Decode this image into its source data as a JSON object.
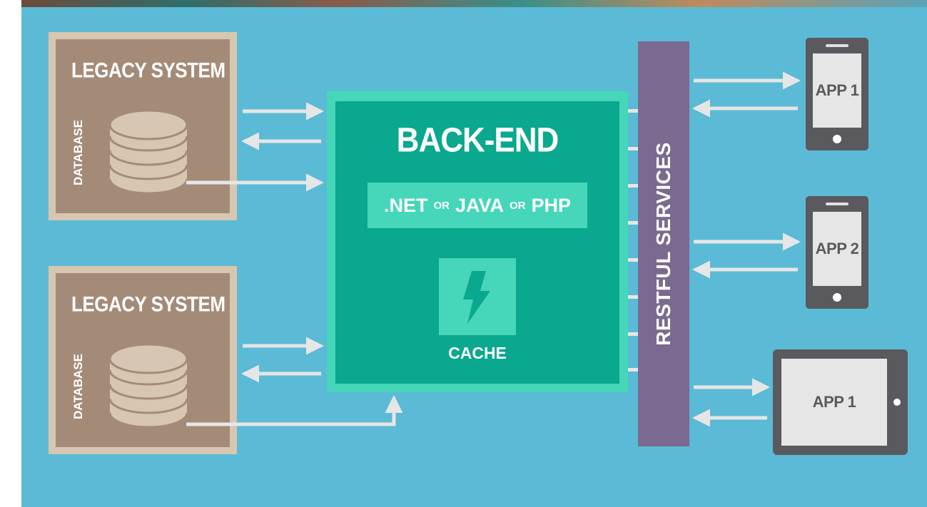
{
  "legacy_systems": [
    {
      "title": "LEGACY SYSTEM",
      "database_label": "DATABASE"
    },
    {
      "title": "LEGACY SYSTEM",
      "database_label": "DATABASE"
    }
  ],
  "backend": {
    "title": "BACK-END",
    "tech": {
      "net": ".NET",
      "or1": "OR",
      "java": "JAVA",
      "or2": "OR",
      "php": "PHP"
    },
    "cache_label": "CACHE",
    "cache_icon": "lightning-bolt-icon"
  },
  "restful": {
    "label": "RESTFUL SERVICES"
  },
  "apps": [
    {
      "label": "APP 1",
      "device": "phone"
    },
    {
      "label": "APP 2",
      "device": "phone"
    },
    {
      "label": "APP 1",
      "device": "tablet"
    }
  ],
  "colors": {
    "background": "#5bbad5",
    "legacy_frame": "#d6c6b2",
    "legacy_fill": "#a48b78",
    "backend_frame": "#46d6b9",
    "backend_fill": "#0aa88e",
    "restful": "#7b6a8f",
    "device": "#5a5a5e",
    "arrow": "#e6e6e6"
  }
}
